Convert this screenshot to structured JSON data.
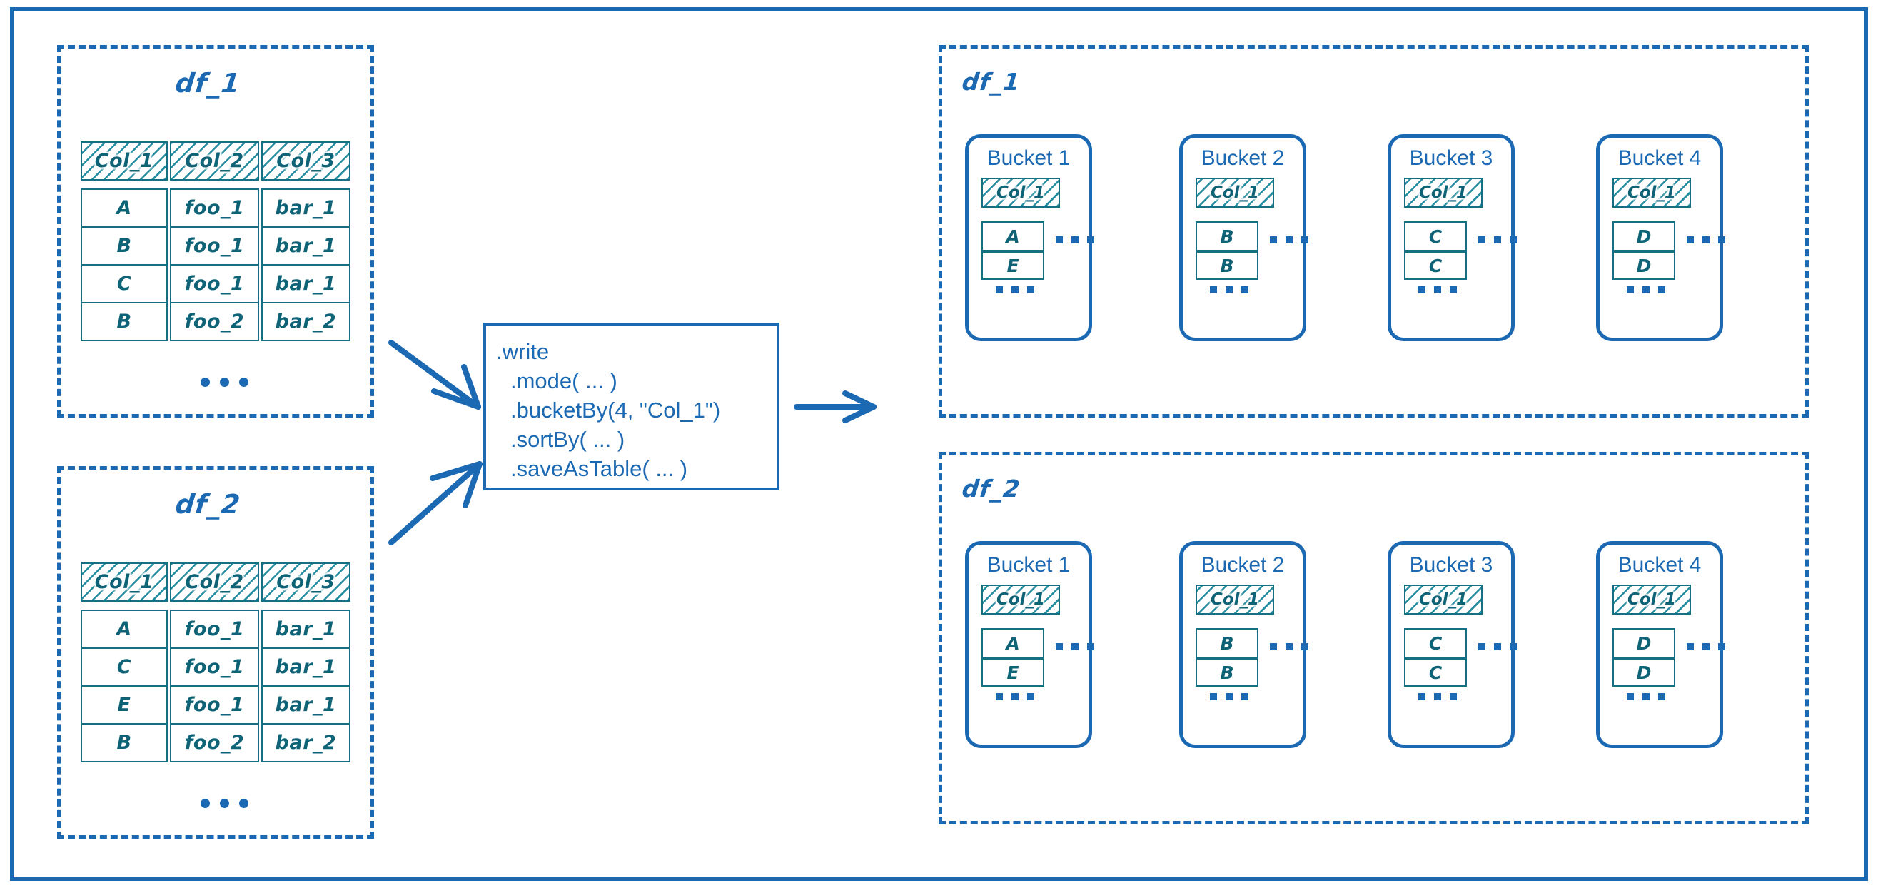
{
  "colors": {
    "blue": "#1B68B3",
    "teal": "#0F6377",
    "hatch": "#17869B",
    "background": "#FFFFFF"
  },
  "source": {
    "tables": [
      {
        "title": "df_1",
        "columns": [
          "Col_1",
          "Col_2",
          "Col_3"
        ],
        "rows": [
          [
            "A",
            "foo_1",
            "bar_1"
          ],
          [
            "B",
            "foo_1",
            "bar_1"
          ],
          [
            "C",
            "foo_1",
            "bar_1"
          ],
          [
            "B",
            "foo_2",
            "bar_2"
          ]
        ],
        "ellipsis": "..."
      },
      {
        "title": "df_2",
        "columns": [
          "Col_1",
          "Col_2",
          "Col_3"
        ],
        "rows": [
          [
            "A",
            "foo_1",
            "bar_1"
          ],
          [
            "C",
            "foo_1",
            "bar_1"
          ],
          [
            "E",
            "foo_1",
            "bar_1"
          ],
          [
            "B",
            "foo_2",
            "bar_2"
          ]
        ],
        "ellipsis": "..."
      }
    ]
  },
  "code": {
    "lines": [
      ".write",
      ".mode( ... )",
      ".bucketBy(4, \"Col_1\")",
      ".sortBy( ... )",
      ".saveAsTable( ... )"
    ]
  },
  "output": {
    "groups": [
      {
        "title": "df_1",
        "buckets": [
          {
            "label": "Bucket 1",
            "column": "Col_1",
            "values": [
              "A",
              "E"
            ],
            "side_ellipsis": "...",
            "bottom_ellipsis": "..."
          },
          {
            "label": "Bucket 2",
            "column": "Col_1",
            "values": [
              "B",
              "B"
            ],
            "side_ellipsis": "...",
            "bottom_ellipsis": "..."
          },
          {
            "label": "Bucket 3",
            "column": "Col_1",
            "values": [
              "C",
              "C"
            ],
            "side_ellipsis": "...",
            "bottom_ellipsis": "..."
          },
          {
            "label": "Bucket 4",
            "column": "Col_1",
            "values": [
              "D",
              "D"
            ],
            "side_ellipsis": "...",
            "bottom_ellipsis": "..."
          }
        ]
      },
      {
        "title": "df_2",
        "buckets": [
          {
            "label": "Bucket 1",
            "column": "Col_1",
            "values": [
              "A",
              "E"
            ],
            "side_ellipsis": "...",
            "bottom_ellipsis": "..."
          },
          {
            "label": "Bucket 2",
            "column": "Col_1",
            "values": [
              "B",
              "B"
            ],
            "side_ellipsis": "...",
            "bottom_ellipsis": "..."
          },
          {
            "label": "Bucket 3",
            "column": "Col_1",
            "values": [
              "C",
              "C"
            ],
            "side_ellipsis": "...",
            "bottom_ellipsis": "..."
          },
          {
            "label": "Bucket 4",
            "column": "Col_1",
            "values": [
              "D",
              "D"
            ],
            "side_ellipsis": "...",
            "bottom_ellipsis": "..."
          }
        ]
      }
    ]
  },
  "arrows": {
    "df1_to_code": "arrow-down-right",
    "df2_to_code": "arrow-up-right",
    "code_to_output": "arrow-right"
  }
}
